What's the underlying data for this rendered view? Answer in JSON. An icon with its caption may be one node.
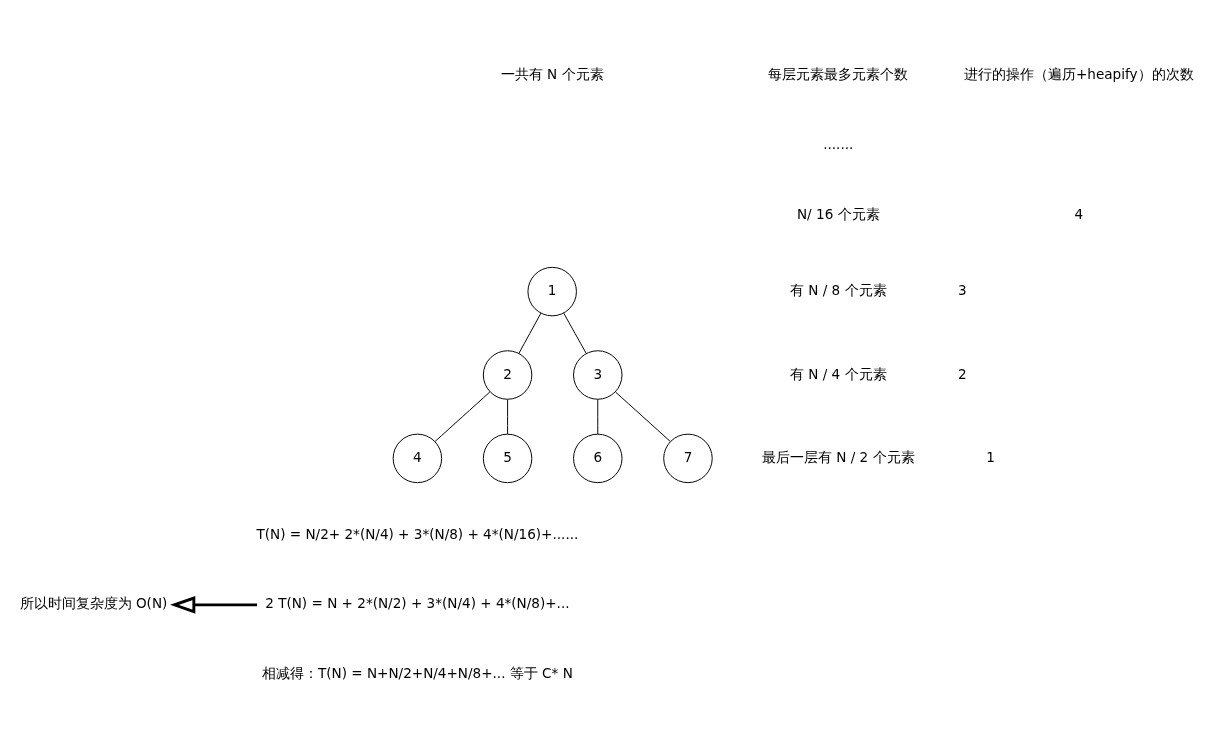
{
  "diagram": {
    "nodes": [
      {
        "text": [
          "1"
        ]
      },
      {
        "text": [
          "2"
        ]
      },
      {
        "text": [
          "3"
        ]
      },
      {
        "text": [
          "4"
        ]
      },
      {
        "text": [
          "5"
        ]
      },
      {
        "text": [
          "6"
        ]
      },
      {
        "text": [
          "7"
        ]
      },
      {
        "text": [
          "2 T(N) = N + 2*(N/2) + 3*(N/4) + 4*(N/8)+..."
        ]
      },
      {
        "text": [
          "所以时间复杂度为 O(N)"
        ]
      }
    ],
    "edges": [
      {
        "from": 0,
        "to": 1,
        "arrow": "none"
      },
      {
        "from": 0,
        "to": 2,
        "arrow": "none"
      },
      {
        "from": 1,
        "to": 3,
        "arrow": "none"
      },
      {
        "from": 1,
        "to": 4,
        "arrow": "none"
      },
      {
        "from": 2,
        "to": 5,
        "arrow": "none"
      },
      {
        "from": 2,
        "to": 6,
        "arrow": "none"
      },
      {
        "from": 7,
        "to": 8,
        "arrow": "to",
        "style": "thick"
      }
    ],
    "labels": [
      "一共有 N 个元素",
      "每层元素最多元素个数",
      "进行的操作（遍历+heapify）的次数",
      ".......",
      "N/ 16 个元素",
      "4",
      "有 N / 8 个元素",
      "3",
      "有 N / 4 个元素",
      "2",
      "最后一层有 N / 2 个元素",
      "1",
      "T(N) = N/2+ 2*(N/4) + 3*(N/8) + 4*(N/16)+......",
      "相减得：T(N) = N+N/2+N/4+N/8+... 等于 C* N"
    ]
  }
}
